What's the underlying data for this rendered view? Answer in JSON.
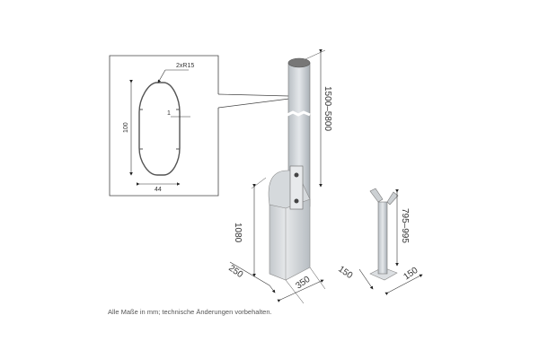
{
  "detail": {
    "radius_label": "2xR15",
    "height_label": "100",
    "width_label": "44",
    "wall_label": "1"
  },
  "barrier": {
    "boom_length_label": "1500–5800",
    "cabinet_height_label": "1080",
    "depth_label": "250",
    "width_label": "350"
  },
  "support_post": {
    "height_label": "795–995",
    "depth_label": "150",
    "width_label": "150"
  },
  "footnote": "Alle Maße in mm; technische Änderungen vorbehalten."
}
